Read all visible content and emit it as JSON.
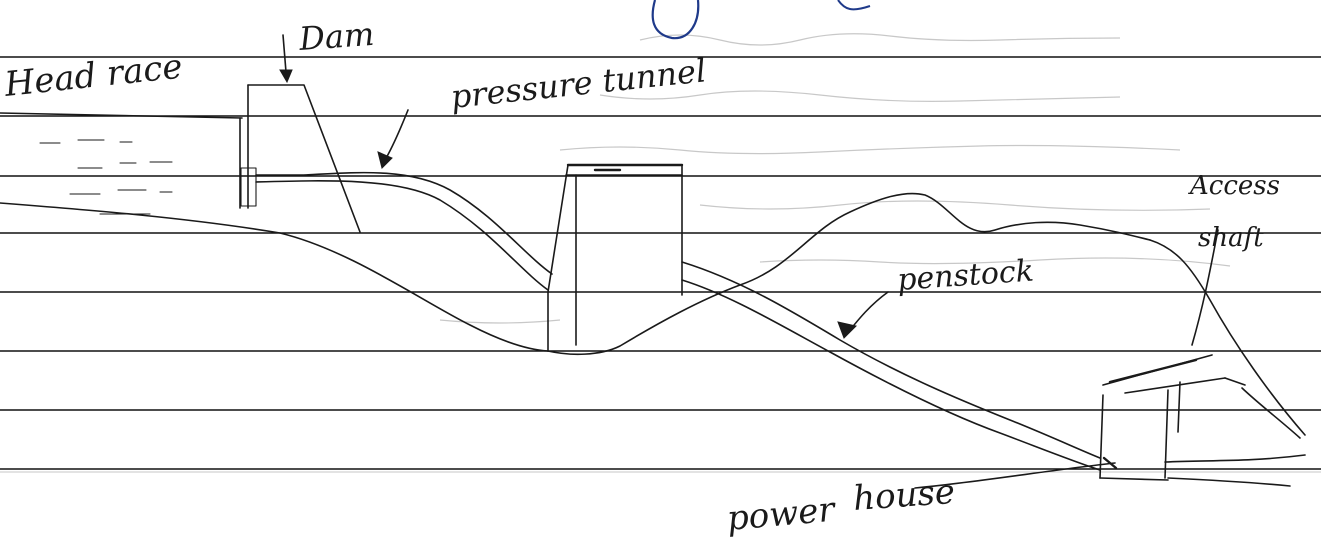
{
  "labels": {
    "head_race": "Head race",
    "dam": "Dam",
    "pressure_tunnel": "pressure tunnel",
    "access_shaft_line1": "Access",
    "access_shaft_line2": "shaft",
    "penstock": "penstock",
    "power_house_line1": "power",
    "power_house_line2": "house"
  },
  "colors": {
    "ink": "#1a1a1a",
    "paper": "#ffffff",
    "rule": "#111111",
    "top_stroke_blue": "#1f3a8a"
  }
}
